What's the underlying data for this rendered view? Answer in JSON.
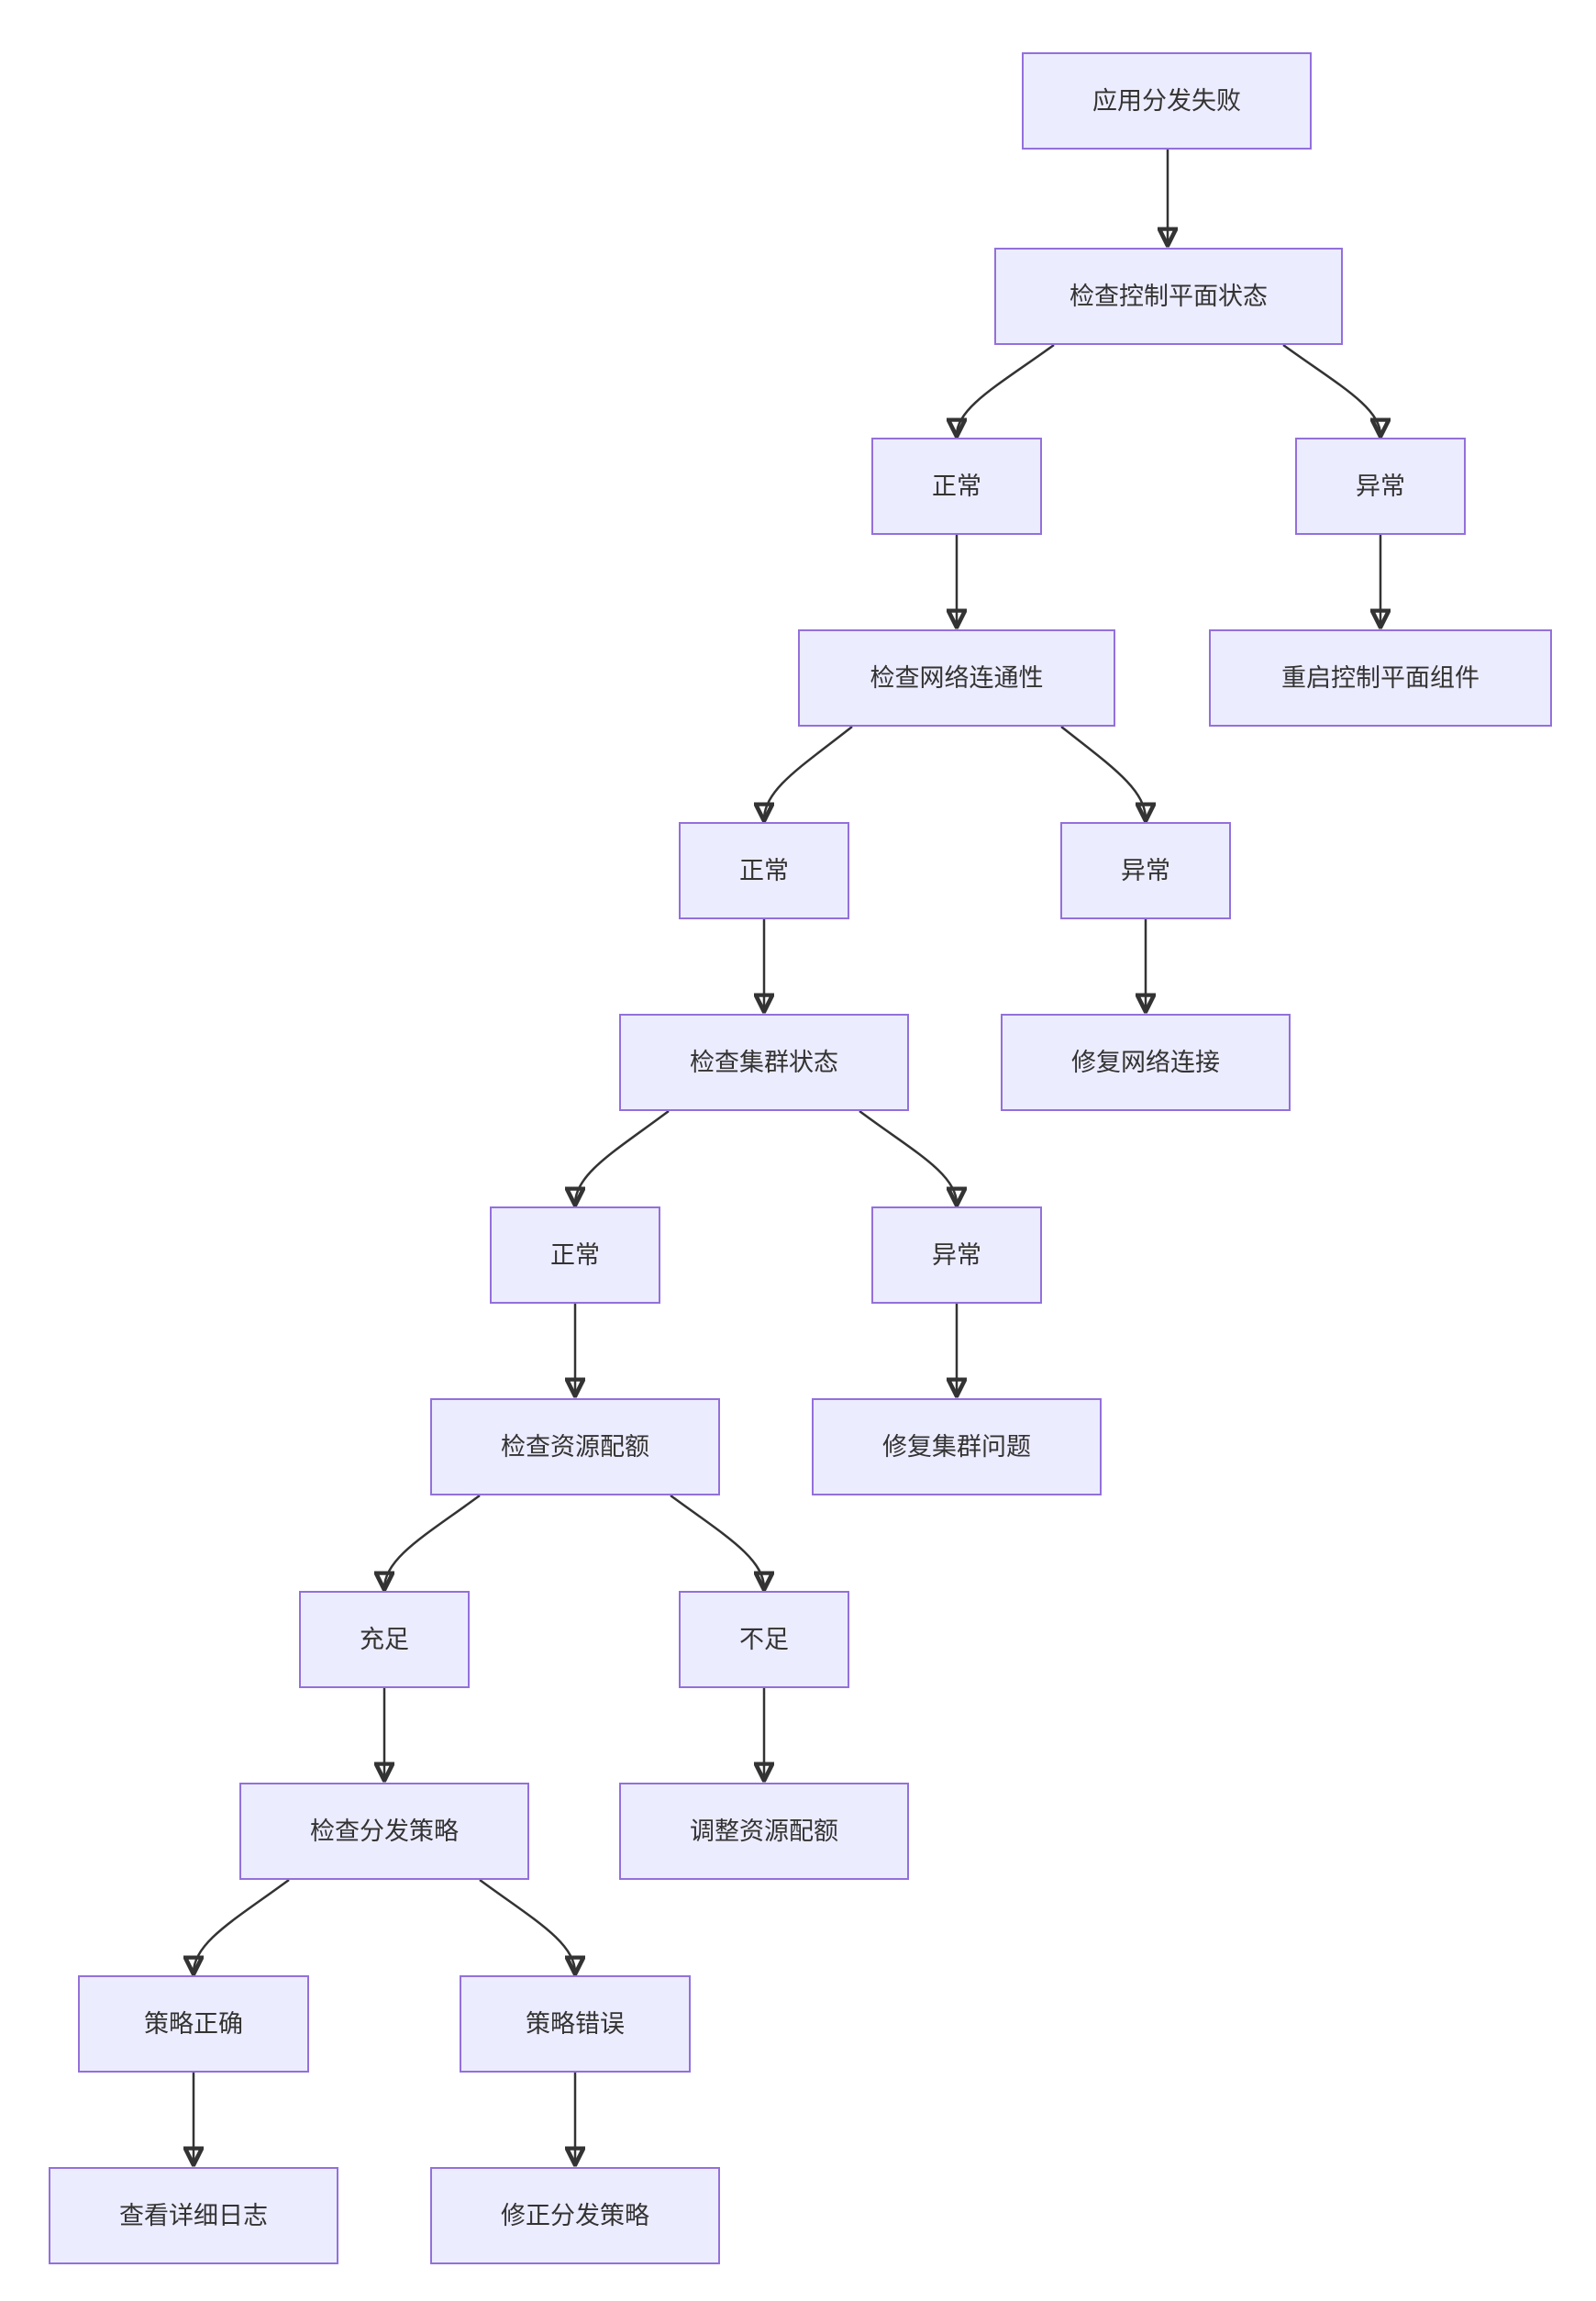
{
  "diagram": {
    "type": "flowchart",
    "direction": "top-down",
    "colors": {
      "node_fill": "#ECECFF",
      "node_border": "#9370DB",
      "edge": "#333333",
      "text": "#333333",
      "background": "#ffffff"
    },
    "nodes": {
      "root": {
        "label": "应用分发失败"
      },
      "check_control_plane": {
        "label": "检查控制平面状态"
      },
      "cp_normal": {
        "label": "正常"
      },
      "cp_abnormal": {
        "label": "异常"
      },
      "check_network": {
        "label": "检查网络连通性"
      },
      "restart_control_plane": {
        "label": "重启控制平面组件"
      },
      "net_normal": {
        "label": "正常"
      },
      "net_abnormal": {
        "label": "异常"
      },
      "check_cluster": {
        "label": "检查集群状态"
      },
      "fix_network": {
        "label": "修复网络连接"
      },
      "cluster_normal": {
        "label": "正常"
      },
      "cluster_abnormal": {
        "label": "异常"
      },
      "check_quota": {
        "label": "检查资源配额"
      },
      "fix_cluster": {
        "label": "修复集群问题"
      },
      "quota_sufficient": {
        "label": "充足"
      },
      "quota_insufficient": {
        "label": "不足"
      },
      "check_policy": {
        "label": "检查分发策略"
      },
      "adjust_quota": {
        "label": "调整资源配额"
      },
      "policy_correct": {
        "label": "策略正确"
      },
      "policy_wrong": {
        "label": "策略错误"
      },
      "view_logs": {
        "label": "查看详细日志"
      },
      "fix_policy": {
        "label": "修正分发策略"
      }
    },
    "edges": [
      {
        "from": "root",
        "to": "check_control_plane"
      },
      {
        "from": "check_control_plane",
        "to": "cp_normal"
      },
      {
        "from": "check_control_plane",
        "to": "cp_abnormal"
      },
      {
        "from": "cp_normal",
        "to": "check_network"
      },
      {
        "from": "cp_abnormal",
        "to": "restart_control_plane"
      },
      {
        "from": "check_network",
        "to": "net_normal"
      },
      {
        "from": "check_network",
        "to": "net_abnormal"
      },
      {
        "from": "net_normal",
        "to": "check_cluster"
      },
      {
        "from": "net_abnormal",
        "to": "fix_network"
      },
      {
        "from": "check_cluster",
        "to": "cluster_normal"
      },
      {
        "from": "check_cluster",
        "to": "cluster_abnormal"
      },
      {
        "from": "cluster_normal",
        "to": "check_quota"
      },
      {
        "from": "cluster_abnormal",
        "to": "fix_cluster"
      },
      {
        "from": "check_quota",
        "to": "quota_sufficient"
      },
      {
        "from": "check_quota",
        "to": "quota_insufficient"
      },
      {
        "from": "quota_sufficient",
        "to": "check_policy"
      },
      {
        "from": "quota_insufficient",
        "to": "adjust_quota"
      },
      {
        "from": "check_policy",
        "to": "policy_correct"
      },
      {
        "from": "check_policy",
        "to": "policy_wrong"
      },
      {
        "from": "policy_correct",
        "to": "view_logs"
      },
      {
        "from": "policy_wrong",
        "to": "fix_policy"
      }
    ]
  }
}
